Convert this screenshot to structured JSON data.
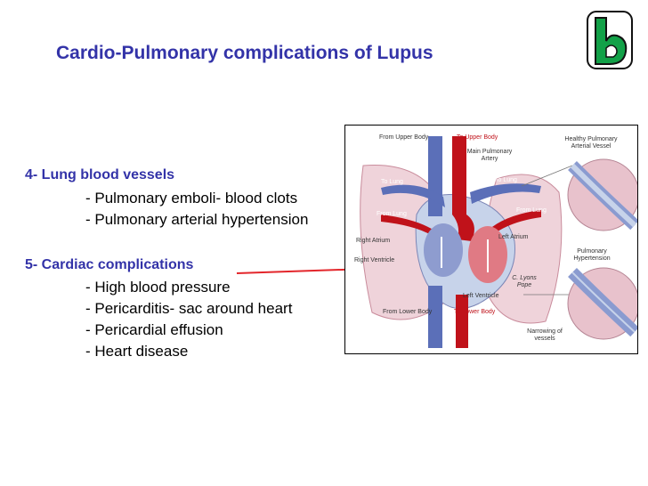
{
  "slide": {
    "title": "Cardio-Pulmonary complications of Lupus"
  },
  "logo": {
    "letter": "B",
    "primary_color": "#12a148",
    "outline_color": "#111111"
  },
  "sections": [
    {
      "heading": "4- Lung blood vessels",
      "items": [
        "- Pulmonary emboli- blood clots",
        "- Pulmonary arterial hypertension"
      ]
    },
    {
      "heading": "5- Cardiac complications",
      "items": [
        "- High blood pressure",
        "- Pericarditis- sac around heart",
        "- Pericardial effusion",
        "- Heart disease"
      ]
    }
  ],
  "figure": {
    "labels": {
      "from_upper_body": "From Upper Body",
      "to_upper_body": "To Upper Body",
      "main_pulmonary_artery": "Main Pulmonary Artery",
      "to_lung_left": "To Lung",
      "to_lung_right": "To Lung",
      "from_lung_left": "From Lung",
      "from_lung_right": "From Lung",
      "right_atrium": "Right Atrium",
      "left_atrium": "Left Atrium",
      "right_ventricle": "Right Ventricle",
      "left_ventricle": "Left Ventricle",
      "from_lower_body": "From Lower Body",
      "to_lower_body": "To Lower Body",
      "healthy_vessel": "Healthy Pulmonary Arterial Vessel",
      "pulmonary_hypertension": "Pulmonary Hypertension",
      "narrowing": "Narrowing of vessels",
      "signature": "C. Lyons Pope"
    },
    "colors": {
      "artery": "#c0121a",
      "vein": "#5b6fb8",
      "tissue": "#e8c2cc",
      "pointer": "#e3262b"
    }
  }
}
